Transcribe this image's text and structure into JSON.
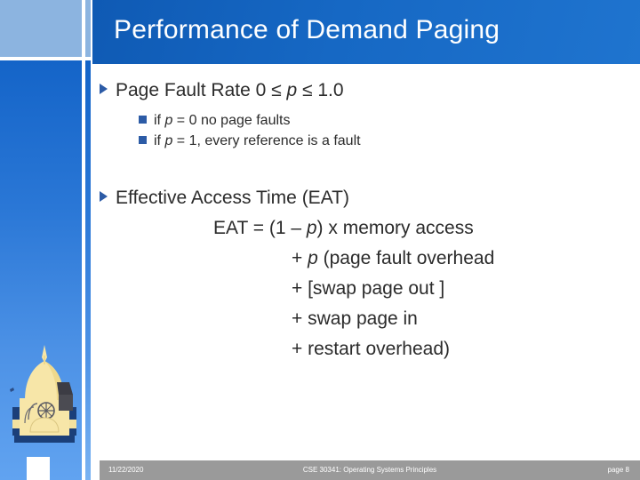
{
  "slide": {
    "title": "Performance of Demand Paging",
    "theme": {
      "title_band_color": "#1668c4",
      "panel_top_color": "#8cb4e0",
      "panel_gradient_top": "#1464c8",
      "panel_gradient_bottom": "#61a3f0",
      "bullet_marker_color": "#2c5ba6",
      "body_text_color": "#2b2b2b",
      "footer_bar_color": "#9a9a9a",
      "dome_gold": "#f7e6a8",
      "dome_navy": "#1b3f79"
    }
  },
  "body": {
    "bullets": [
      {
        "marker": "triangle-bullet-icon",
        "segments": [
          {
            "text": "Page Fault Rate 0 ",
            "italic": false
          },
          {
            "text": "≤ ",
            "italic": false
          },
          {
            "text": "p",
            "italic": true
          },
          {
            "text": " ≤ 1.0",
            "italic": false
          }
        ],
        "plain": "Page Fault Rate 0 ≤ p ≤ 1.0",
        "sub_bullets": [
          {
            "marker": "square-bullet-icon",
            "segments": [
              {
                "text": "if ",
                "italic": false
              },
              {
                "text": "p",
                "italic": true
              },
              {
                "text": " = 0 no page faults",
                "italic": false
              }
            ],
            "plain": "if p = 0 no page faults"
          },
          {
            "marker": "square-bullet-icon",
            "segments": [
              {
                "text": "if ",
                "italic": false
              },
              {
                "text": "p",
                "italic": true
              },
              {
                "text": " = 1, every reference is a fault",
                "italic": false
              }
            ],
            "plain": "if p = 1, every reference is a fault"
          }
        ]
      },
      {
        "marker": "triangle-bullet-icon",
        "segments": [
          {
            "text": "Effective Access Time (EAT)",
            "italic": false
          }
        ],
        "plain": "Effective Access Time (EAT)",
        "sub_bullets": []
      }
    ],
    "eat_formula": [
      {
        "indent": 128,
        "segments": [
          {
            "text": "EAT = (1 – ",
            "italic": false
          },
          {
            "text": "p",
            "italic": true
          },
          {
            "text": ") x memory access",
            "italic": false
          }
        ],
        "plain": "EAT = (1 – p) x memory access"
      },
      {
        "indent": 216,
        "segments": [
          {
            "text": "+ ",
            "italic": false
          },
          {
            "text": "p",
            "italic": true
          },
          {
            "text": " (page fault overhead",
            "italic": false
          }
        ],
        "plain": "+ p (page fault overhead"
      },
      {
        "indent": 216,
        "segments": [
          {
            "text": "+ [swap page out ]",
            "italic": false
          }
        ],
        "plain": "+ [swap page out ]"
      },
      {
        "indent": 216,
        "segments": [
          {
            "text": "+ swap page in",
            "italic": false
          }
        ],
        "plain": "+ swap page in"
      },
      {
        "indent": 216,
        "segments": [
          {
            "text": "+ restart overhead)",
            "italic": false
          }
        ],
        "plain": "+ restart overhead)"
      }
    ]
  },
  "footer": {
    "date": "11/22/2020",
    "course": "CSE 30341: Operating Systems Principles",
    "page": "page 8"
  },
  "decoration": {
    "dome_label": "golden-dome-illustration"
  }
}
